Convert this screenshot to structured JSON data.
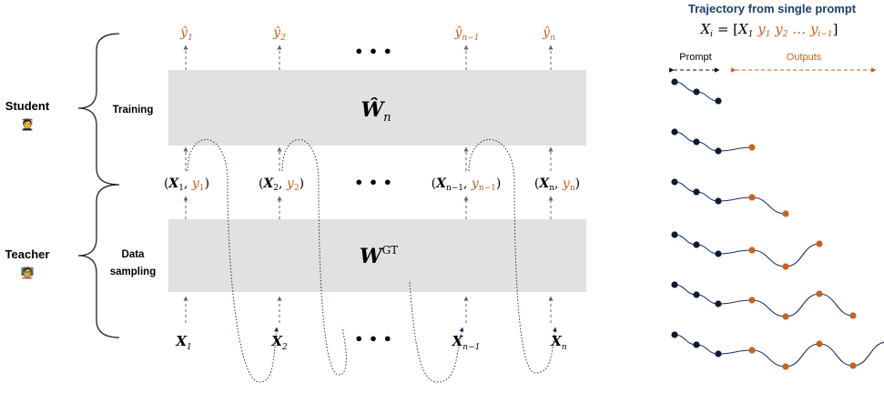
{
  "colors": {
    "accent_orange": "#c8621e",
    "title_blue": "#1f3f6e",
    "curve_blue": "#1b2f66",
    "box_gray": "#e1e1e1",
    "dark_point": "#0e1a33"
  },
  "roles": {
    "student": {
      "label": "Student",
      "icon": "student-emoji-icon",
      "glyph": "🧑‍🎓"
    },
    "teacher": {
      "label": "Teacher",
      "icon": "teacher-emoji-icon",
      "glyph": "🧑‍🏫"
    }
  },
  "stages": {
    "training": "Training",
    "data_sampling_line1": "Data",
    "data_sampling_line2": "sampling"
  },
  "boxes": {
    "student_model": {
      "symbol": "Ŵ",
      "subscript": "n"
    },
    "teacher_model": {
      "symbol": "W",
      "superscript": "GT"
    }
  },
  "outputs": [
    {
      "base": "ŷ",
      "sub": "1"
    },
    {
      "base": "ŷ",
      "sub": "2"
    },
    {
      "base": "ŷ",
      "sub": "n−1"
    },
    {
      "base": "ŷ",
      "sub": "n"
    }
  ],
  "pairs": [
    {
      "x": "X",
      "xsub": "1",
      "y": "y",
      "ysub": "1"
    },
    {
      "x": "X",
      "xsub": "2",
      "y": "y",
      "ysub": "2"
    },
    {
      "x": "X",
      "xsub": "n−1",
      "y": "y",
      "ysub": "n−1"
    },
    {
      "x": "X",
      "xsub": "n",
      "y": "y",
      "ysub": "n"
    }
  ],
  "inputs": [
    {
      "base": "X",
      "sub": "1"
    },
    {
      "base": "X",
      "sub": "2"
    },
    {
      "base": "X",
      "sub": "n−1"
    },
    {
      "base": "X",
      "sub": "n"
    }
  ],
  "ellipsis": "• • •",
  "trajectory": {
    "title": "Trajectory from single prompt",
    "formula": {
      "lhs": "X",
      "lhs_sub": "i",
      "eq": " = [",
      "x1": "X",
      "x1_sub": "1",
      "y1": "y",
      "y1_sub": "1",
      "y2": "y",
      "y2_sub": "2",
      "dots": " … ",
      "yi": "y",
      "yi_sub": "i−1",
      "close": "]"
    },
    "prompt_label": "Prompt",
    "outputs_label": "Outputs",
    "rows": [
      {
        "prompt_points": 3,
        "output_points": 0
      },
      {
        "prompt_points": 3,
        "output_points": 1
      },
      {
        "prompt_points": 3,
        "output_points": 2
      },
      {
        "prompt_points": 3,
        "output_points": 3
      },
      {
        "prompt_points": 3,
        "output_points": 4
      },
      {
        "prompt_points": 3,
        "output_points": 5
      }
    ]
  }
}
